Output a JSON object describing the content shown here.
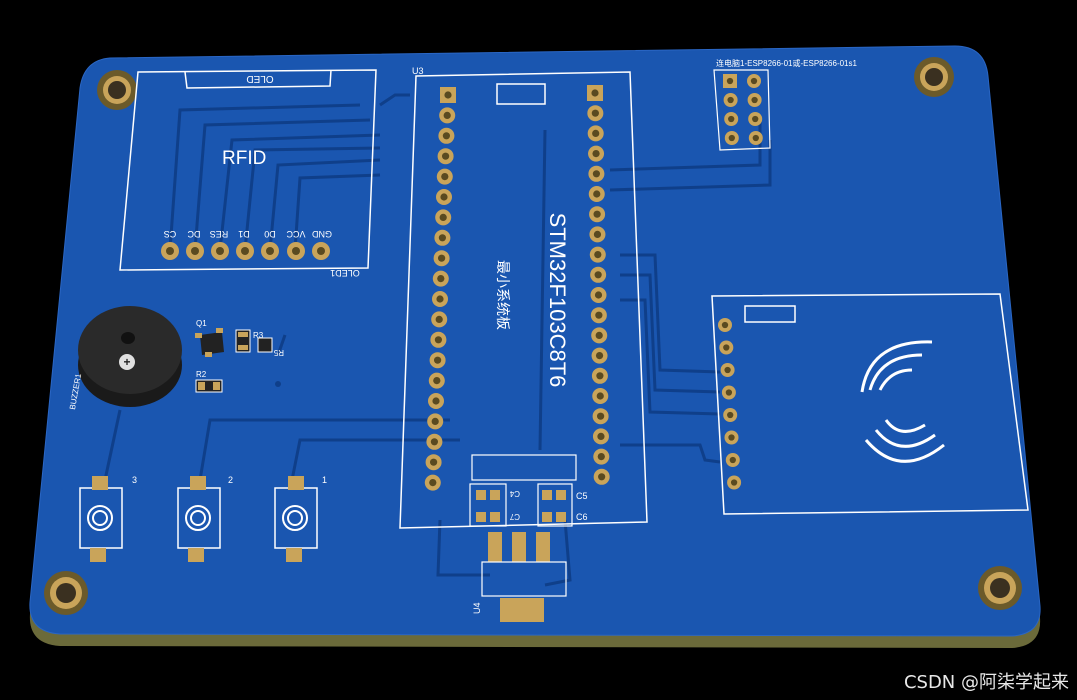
{
  "oled": {
    "title": "OLED",
    "designator": "OLED1",
    "pins": [
      "CS",
      "DC",
      "RES",
      "D1",
      "D0",
      "VCC",
      "GND"
    ]
  },
  "rfid": {
    "label": "RFID"
  },
  "mcu": {
    "designator": "U3",
    "part": "STM32F103C8T6",
    "description": "最小系统板"
  },
  "esp": {
    "label": "连电脑1-ESP8266-01或-ESP8266-01s1"
  },
  "buzzer": {
    "designator": "BUZZER1"
  },
  "components": {
    "q1": "Q1",
    "r3": "R3",
    "r5": "R5",
    "r2": "R2",
    "c5": "C5",
    "c6": "C6",
    "c4": "C4",
    "c7": "C7",
    "u4": "U4"
  },
  "buttons": [
    {
      "label": "3"
    },
    {
      "label": "2"
    },
    {
      "label": "1"
    }
  ],
  "watermark": "CSDN @阿柒学起来",
  "colors": {
    "board": "#1a56b0",
    "copper": "#c9a45a",
    "silkscreen": "#ffffff",
    "background": "#000000"
  }
}
